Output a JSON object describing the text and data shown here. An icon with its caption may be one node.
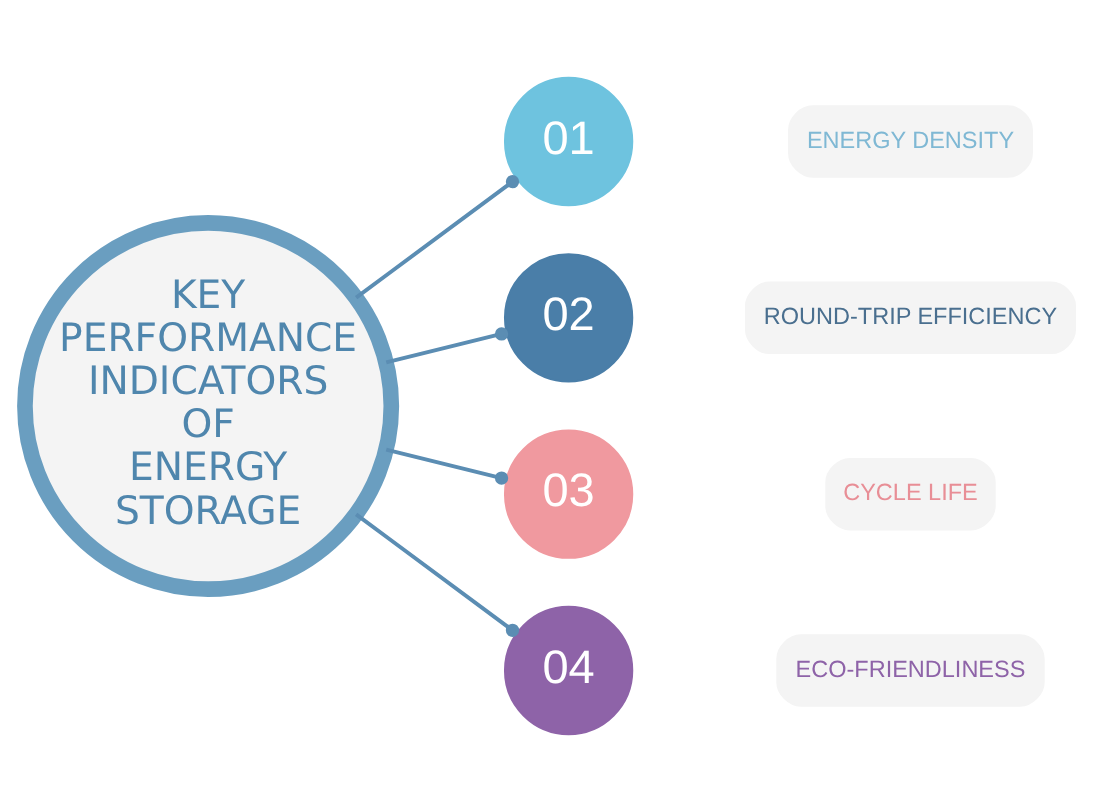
{
  "diagram": {
    "nodes": [
      {
        "text": [
          "KEY PERFORMANCE INDICATORS OF ENERGY STORAGE"
        ]
      },
      {
        "text": [
          "01"
        ]
      },
      {
        "text": [
          "ENERGY DENSITY"
        ]
      },
      {
        "text": [
          "02"
        ]
      },
      {
        "text": [
          "ROUND-TRIP EFFICIENCY"
        ]
      },
      {
        "text": [
          "03"
        ]
      },
      {
        "text": [
          "CYCLE LIFE"
        ]
      },
      {
        "text": [
          "04"
        ]
      },
      {
        "text": [
          "ECO-FRIENDLINESS"
        ]
      }
    ],
    "edges": [
      {
        "from": 0,
        "to": 1,
        "arrow": "other"
      },
      {
        "from": 0,
        "to": 3,
        "arrow": "other"
      },
      {
        "from": 0,
        "to": 5,
        "arrow": "other"
      },
      {
        "from": 0,
        "to": 7,
        "arrow": "other"
      }
    ]
  }
}
